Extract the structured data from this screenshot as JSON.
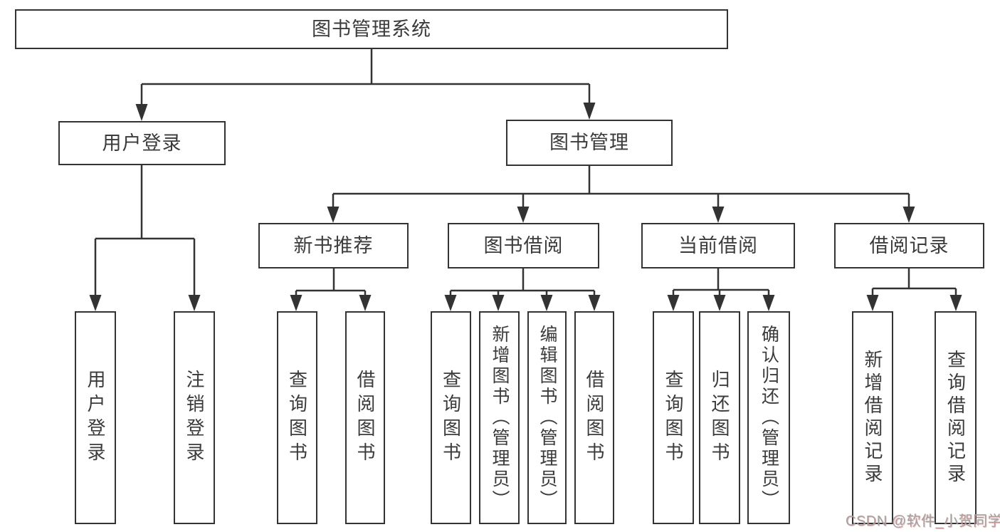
{
  "colors": {
    "line": "#333333",
    "box_border": "#333333",
    "box_background": "#ffffff",
    "text": "#3b3b3b",
    "watermark": "#a5a0a0"
  },
  "tree": {
    "label": "图书管理系统",
    "children": [
      {
        "label": "用户登录",
        "children": [
          {
            "label": "用户登录"
          },
          {
            "label": "注销登录"
          }
        ]
      },
      {
        "label": "图书管理",
        "children": [
          {
            "label": "新书推荐",
            "children": [
              {
                "label": "查询图书"
              },
              {
                "label": "借阅图书"
              }
            ]
          },
          {
            "label": "图书借阅",
            "children": [
              {
                "label": "查询图书"
              },
              {
                "label": "新增图书（管理员）"
              },
              {
                "label": "编辑图书（管理员）"
              },
              {
                "label": "借阅图书"
              }
            ]
          },
          {
            "label": "当前借阅",
            "children": [
              {
                "label": "查询图书"
              },
              {
                "label": "归还图书"
              },
              {
                "label": "确认归还（管理员）"
              }
            ]
          },
          {
            "label": "借阅记录",
            "children": [
              {
                "label": "新增借阅记录"
              },
              {
                "label": "查询借阅记录"
              }
            ]
          }
        ]
      }
    ]
  },
  "watermark": {
    "text": "CSDN @软件_小贺同学"
  }
}
